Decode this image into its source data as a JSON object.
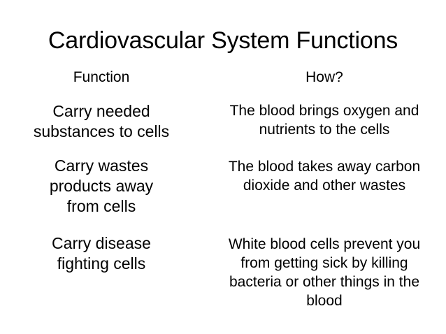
{
  "slide": {
    "title": "Cardiovascular System Functions",
    "background_color": "#ffffff",
    "text_color": "#000000"
  },
  "table": {
    "headers": {
      "function": "Function",
      "how": "How?"
    },
    "rows": [
      {
        "function_lines": [
          "Carry needed",
          "substances to cells"
        ],
        "how_lines": [
          "The blood brings oxygen and",
          "nutrients to the cells"
        ]
      },
      {
        "function_lines": [
          "Carry wastes",
          "products away",
          "from cells"
        ],
        "how_lines": [
          "The blood takes away carbon",
          "dioxide and other wastes"
        ]
      },
      {
        "function_lines": [
          "Carry disease",
          "fighting cells"
        ],
        "how_lines": [
          "White blood cells prevent you",
          "from getting sick by killing",
          "bacteria or other things in the",
          "blood"
        ]
      }
    ]
  }
}
